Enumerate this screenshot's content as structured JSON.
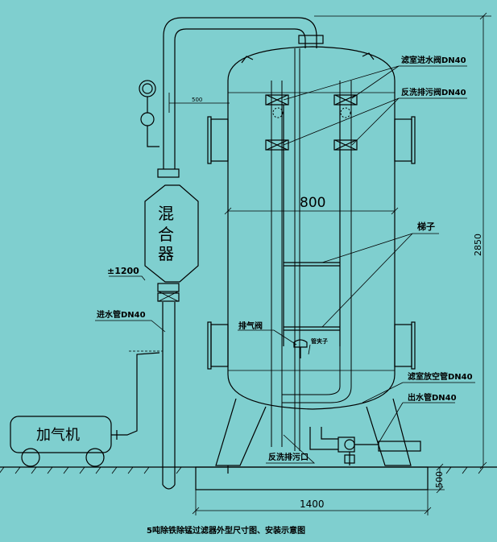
{
  "labels": {
    "mixer_line1": "混",
    "mixer_line2": "合",
    "mixer_line3": "器",
    "elevation": "±1200",
    "inlet_pipe": "进水管DN40",
    "compressor": "加气机",
    "dim_500_small": "500",
    "dim_800": "800",
    "dim_2850": "2850",
    "dim_500_base": "500",
    "dim_1400": "1400",
    "filter_inlet_valve": "滤室进水阀DN40",
    "backwash_drain_valve": "反洗排污阀DN40",
    "ladder": "梯子",
    "vent_valve": "排气阀",
    "pipe_clamp": "管夹子",
    "filter_vent_pipe": "滤室放空管DN40",
    "outlet_pipe": "出水管DN40",
    "backwash_drain_port": "反洗排污口",
    "caption": "5吨除铁除锰过滤器外型尺寸图、安装示意图"
  },
  "colors": {
    "background": "#7fcfcf",
    "line": "#000000"
  }
}
